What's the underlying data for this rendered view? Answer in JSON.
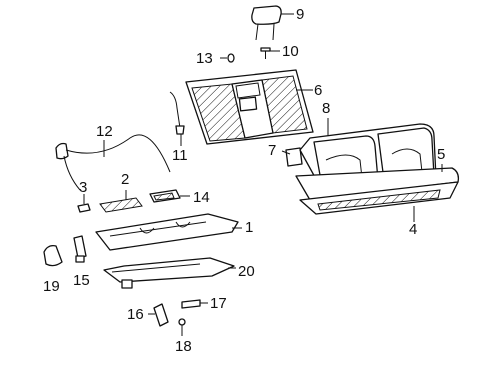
{
  "diagram": {
    "callouts": [
      {
        "id": "1",
        "text": "1"
      },
      {
        "id": "2",
        "text": "2"
      },
      {
        "id": "3",
        "text": "3"
      },
      {
        "id": "4",
        "text": "4"
      },
      {
        "id": "5",
        "text": "5"
      },
      {
        "id": "6",
        "text": "6"
      },
      {
        "id": "7",
        "text": "7"
      },
      {
        "id": "8",
        "text": "8"
      },
      {
        "id": "9",
        "text": "9"
      },
      {
        "id": "10",
        "text": "10"
      },
      {
        "id": "11",
        "text": "11"
      },
      {
        "id": "12",
        "text": "12"
      },
      {
        "id": "13",
        "text": "13"
      },
      {
        "id": "14",
        "text": "14"
      },
      {
        "id": "15",
        "text": "15"
      },
      {
        "id": "16",
        "text": "16"
      },
      {
        "id": "17",
        "text": "17"
      },
      {
        "id": "18",
        "text": "18"
      },
      {
        "id": "19",
        "text": "19"
      },
      {
        "id": "20",
        "text": "20"
      }
    ]
  }
}
